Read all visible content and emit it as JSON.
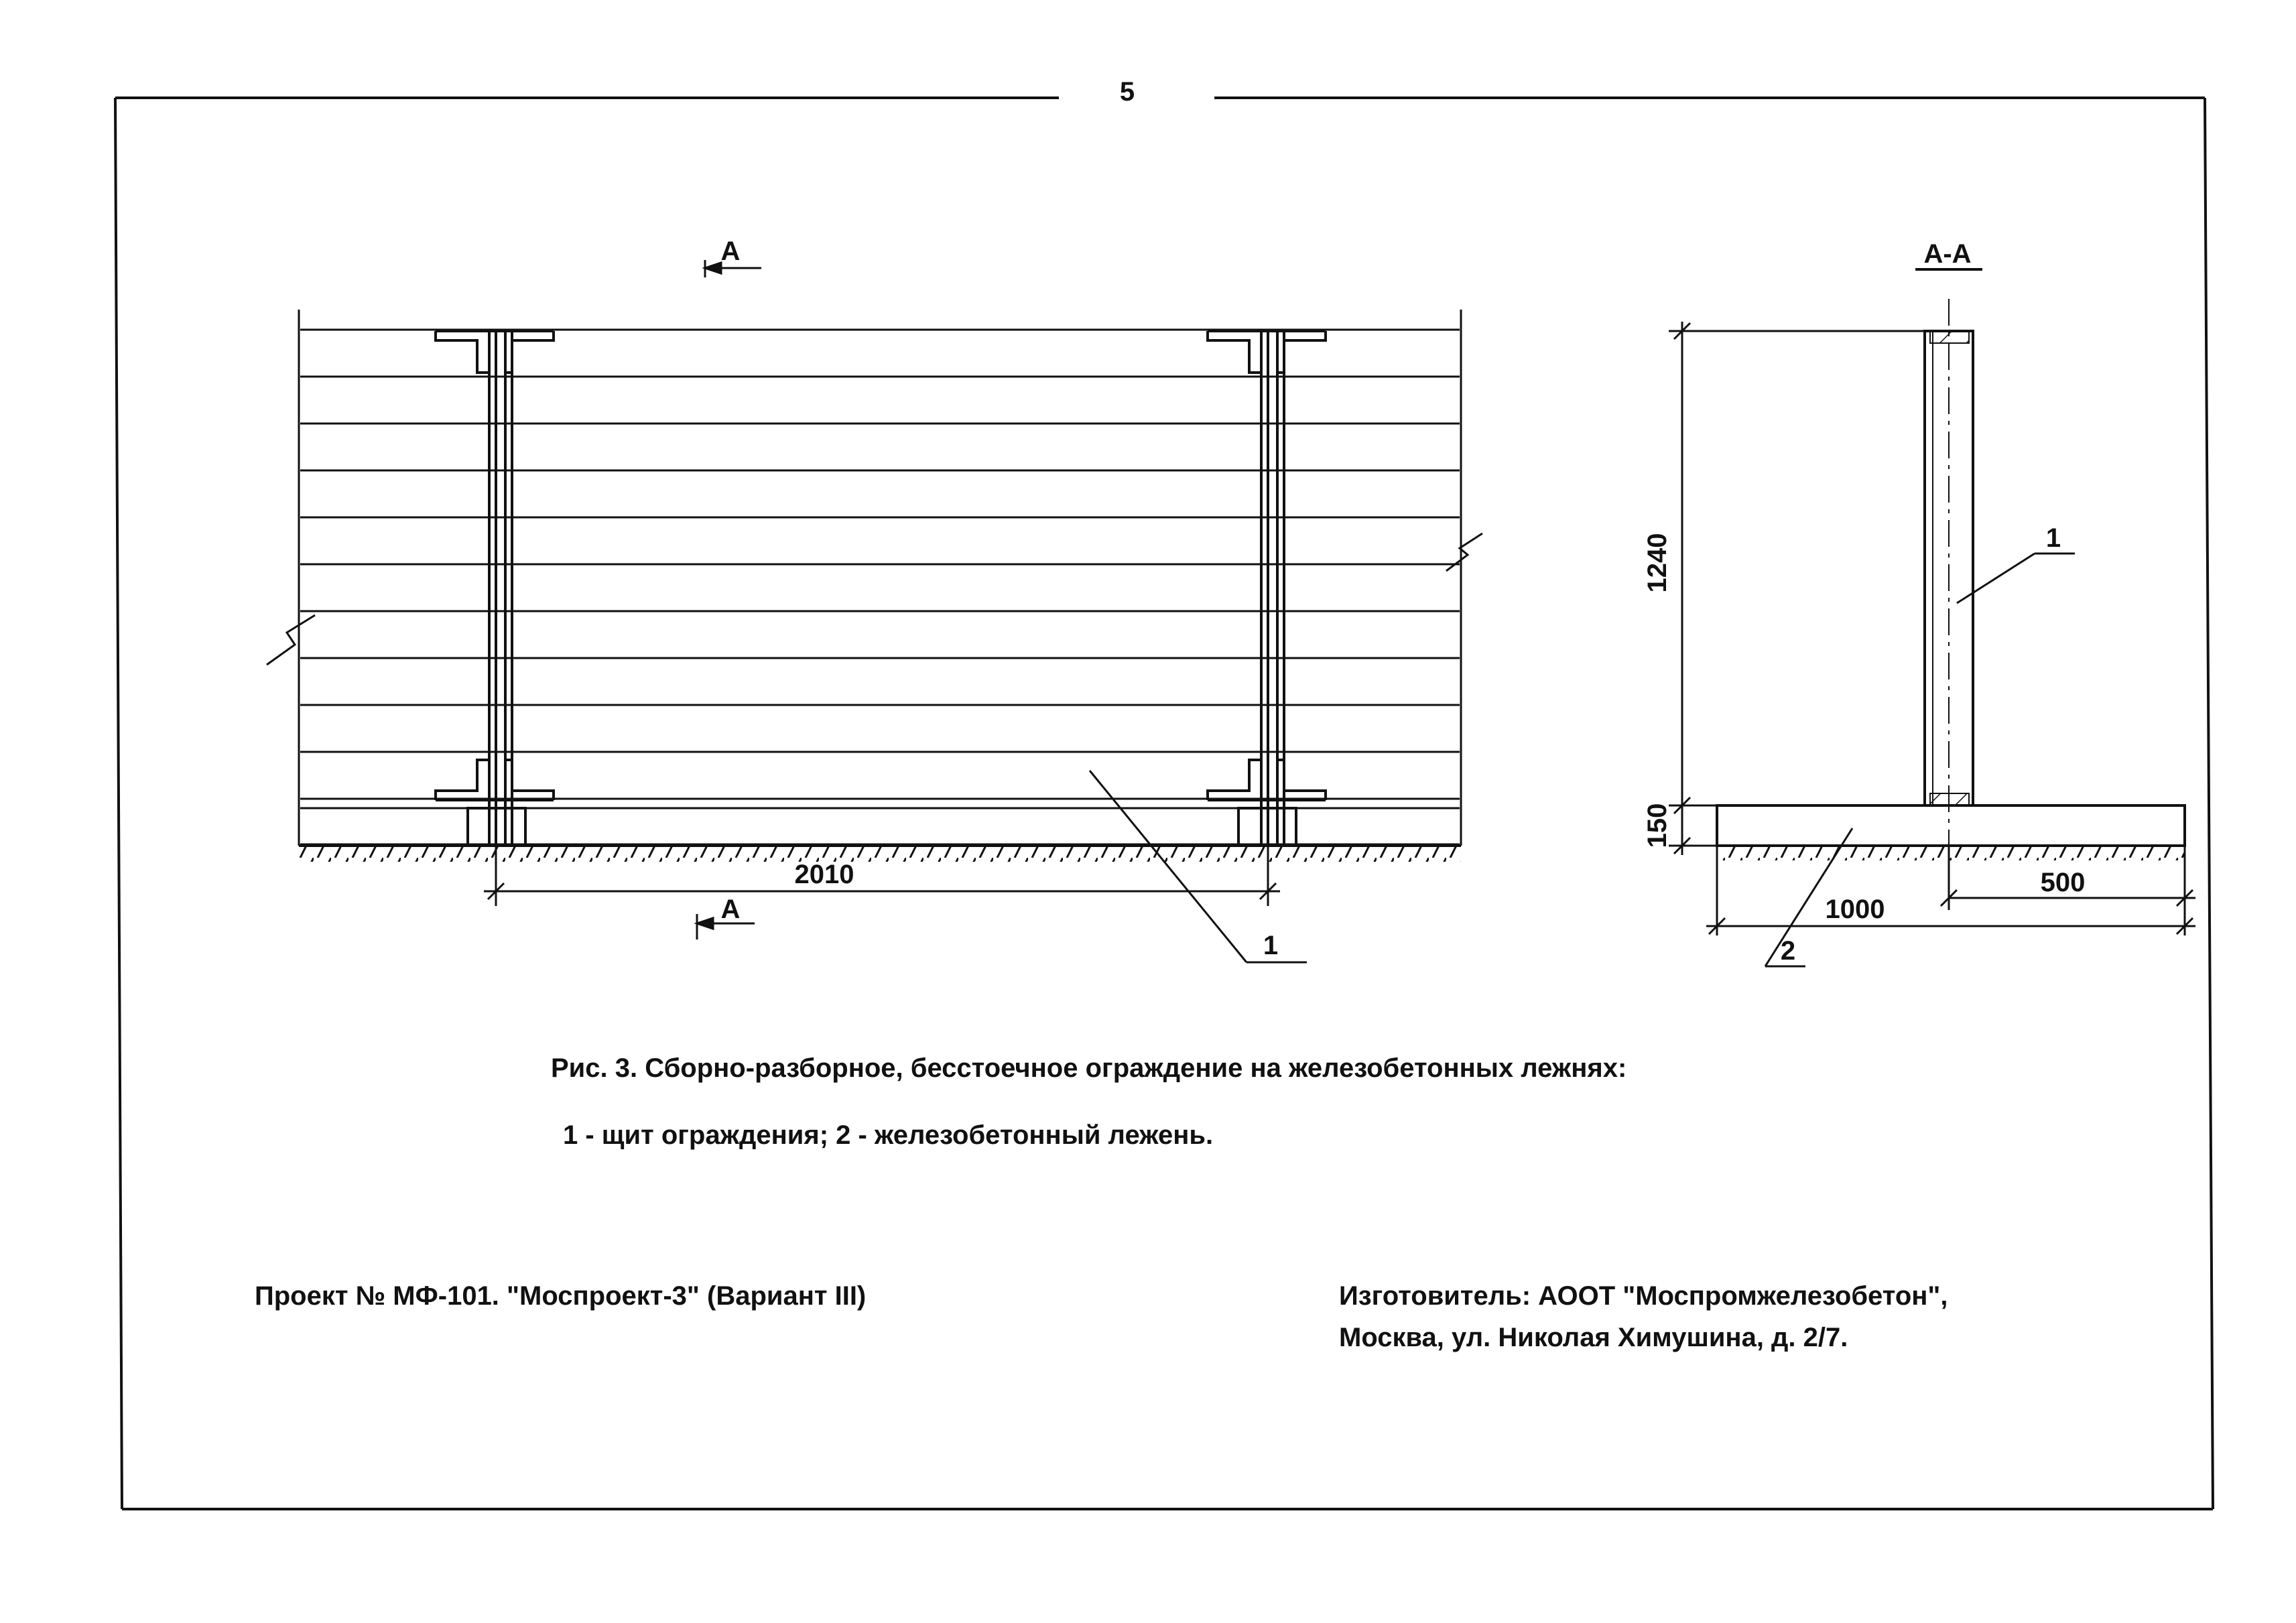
{
  "page": {
    "number": "5"
  },
  "front_view": {
    "section_mark_label": "A",
    "dim_span": "2010",
    "callout_item": "1"
  },
  "section_view": {
    "title": "А-А",
    "dim_height_panel": "1240",
    "dim_height_base": "150",
    "dim_width_base": "1000",
    "dim_half_width": "500",
    "callout_panel": "1",
    "callout_base": "2"
  },
  "caption": {
    "title": "Рис. 3. Сборно-разборное, бесстоечное ограждение на железобетонных лежнях:",
    "legend": "1 - щит ограждения; 2 - железобетонный лежень."
  },
  "footer": {
    "project": "Проект № МФ-101. \"Моспроект-3\" (Вариант III)",
    "manufacturer_line1": "Изготовитель: АООТ \"Моспромжелезобетон\",",
    "manufacturer_line2": "Москва, ул. Николая Химушина, д. 2/7."
  },
  "colors": {
    "ink": "#111111",
    "paper": "#ffffff"
  }
}
